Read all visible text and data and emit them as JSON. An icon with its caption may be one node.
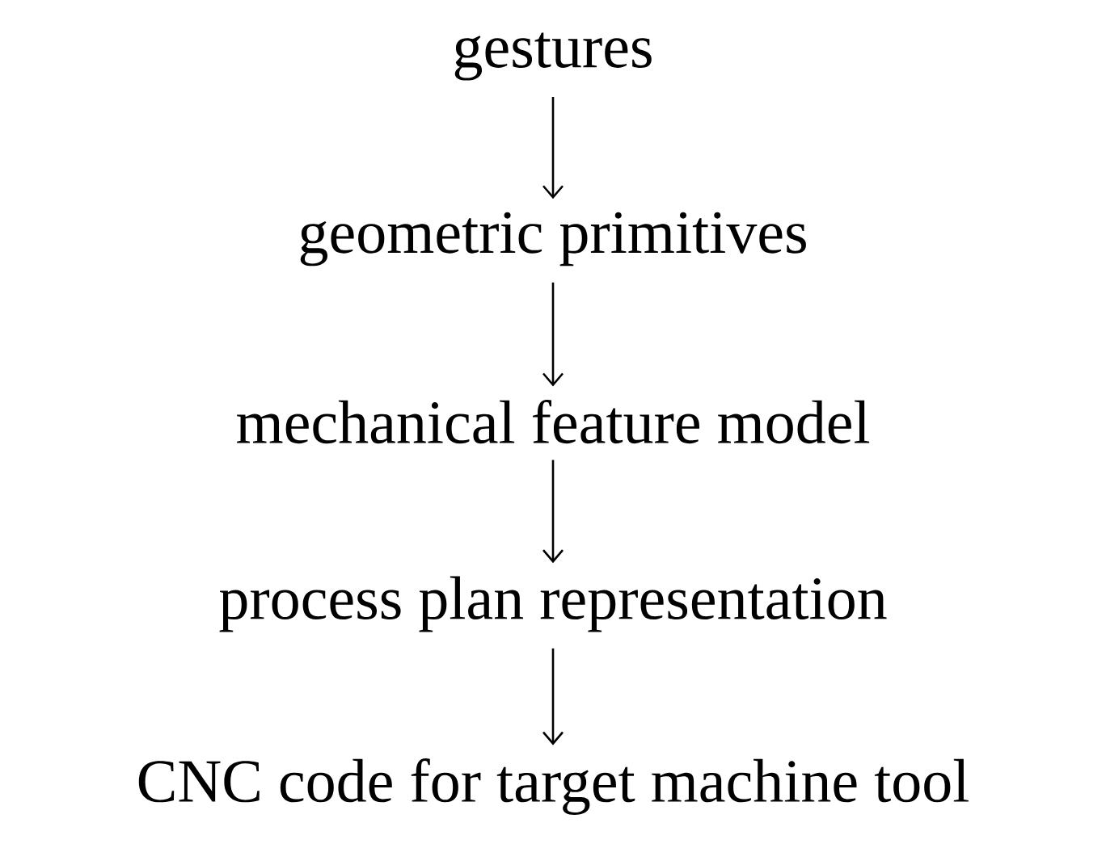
{
  "diagram": {
    "nodes": [
      {
        "text": [
          "gestures"
        ]
      },
      {
        "text": [
          "geometric primitives"
        ]
      },
      {
        "text": [
          "mechanical feature model"
        ]
      },
      {
        "text": [
          "process plan representation"
        ]
      },
      {
        "text": [
          "CNC code for target machine tool"
        ]
      }
    ],
    "edges": [
      {
        "from": 0,
        "to": 1,
        "arrow": "to"
      },
      {
        "from": 1,
        "to": 2,
        "arrow": "to"
      },
      {
        "from": 2,
        "to": 3,
        "arrow": "to"
      },
      {
        "from": 3,
        "to": 4,
        "arrow": "to"
      }
    ]
  }
}
